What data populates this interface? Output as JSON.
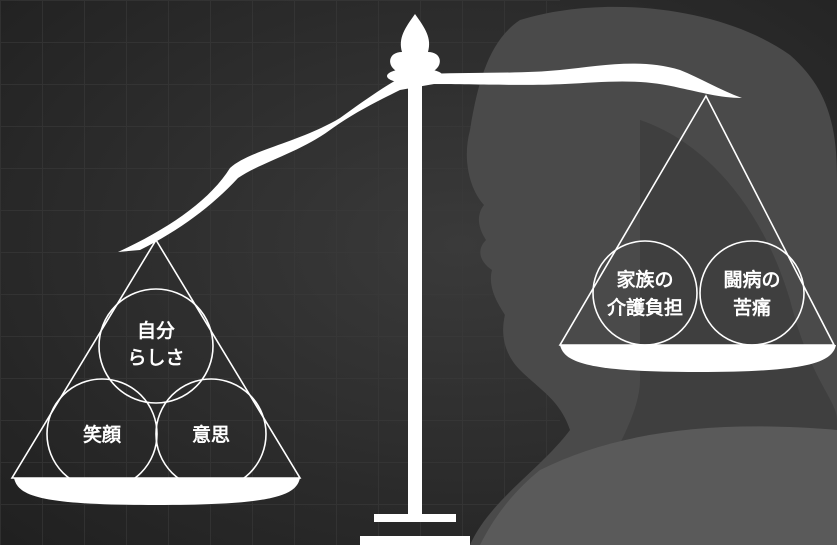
{
  "left_pan": {
    "top_circle": {
      "line1": "自分",
      "line2": "らしさ"
    },
    "bottom_left_circle": {
      "label": "笑顔"
    },
    "bottom_right_circle": {
      "label": "意思"
    }
  },
  "right_pan": {
    "left_circle": {
      "line1": "家族の",
      "line2": "介護負担"
    },
    "right_circle": {
      "line1": "闘病の",
      "line2": "苦痛"
    }
  },
  "colors": {
    "scale": "#ffffff",
    "background": "#2a2a2a",
    "figure": "#505050"
  }
}
